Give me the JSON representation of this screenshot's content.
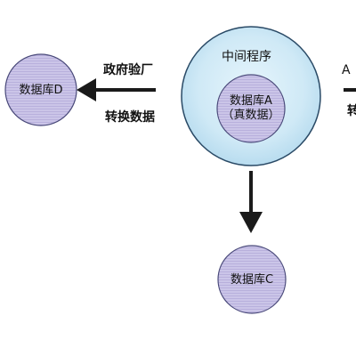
{
  "middleware": {
    "label": "中间程序"
  },
  "db_a": {
    "line1": "数据库A",
    "line2": "（真数据）"
  },
  "db_d": {
    "label": "数据库D"
  },
  "db_c": {
    "label": "数据库C"
  },
  "left_arrow": {
    "label_top": "政府验厂",
    "label_bottom": "转换数据"
  },
  "right_edge": {
    "label_top": "A",
    "label_bottom": "转"
  },
  "colors": {
    "ring_fill": "#cfe9f6",
    "ring_stroke": "#2a4a66",
    "db_fill": "#c9c3e6",
    "db_stroke": "#4a4a7a",
    "arrow": "#1a1a1a"
  }
}
